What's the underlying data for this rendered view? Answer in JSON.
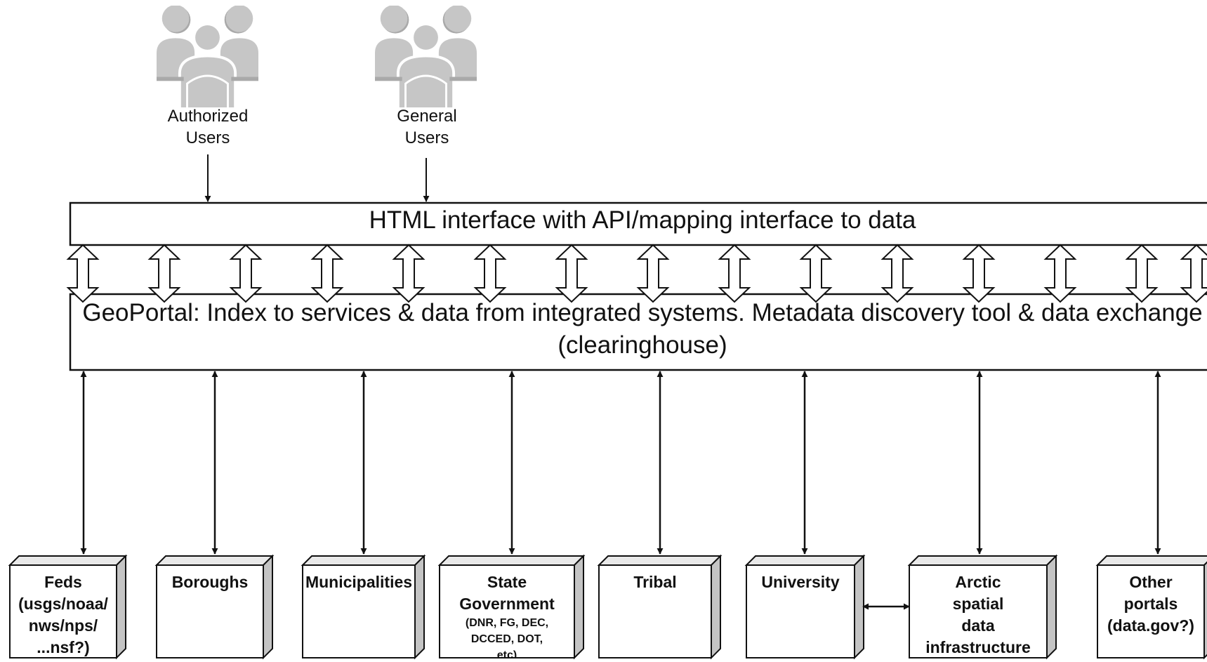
{
  "users": [
    {
      "id": "authorized",
      "label": "Authorized\nUsers"
    },
    {
      "id": "general",
      "label": "General\nUsers"
    }
  ],
  "interface_band": {
    "label": "HTML interface with API/mapping interface to data"
  },
  "geoportal": {
    "label": "GeoPortal: Index to services & data from integrated systems. Metadata discovery tool & data exchange (clearinghouse)"
  },
  "sources": [
    {
      "id": "feds",
      "label": "Feds\n(usgs/noaa/\nnws/nps/\n...nsf?)"
    },
    {
      "id": "boroughs",
      "label": "Boroughs"
    },
    {
      "id": "municipalities",
      "label": "Municipalities"
    },
    {
      "id": "state",
      "label": "State\nGovernment",
      "sub": "(DNR, FG, DEC,\nDCCED, DOT,\netc)"
    },
    {
      "id": "tribal",
      "label": "Tribal"
    },
    {
      "id": "university",
      "label": "University"
    },
    {
      "id": "arctic",
      "label": "Arctic\nspatial\ndata\ninfrastructure"
    },
    {
      "id": "other",
      "label": "Other\nportals\n(data.gov?)"
    }
  ]
}
